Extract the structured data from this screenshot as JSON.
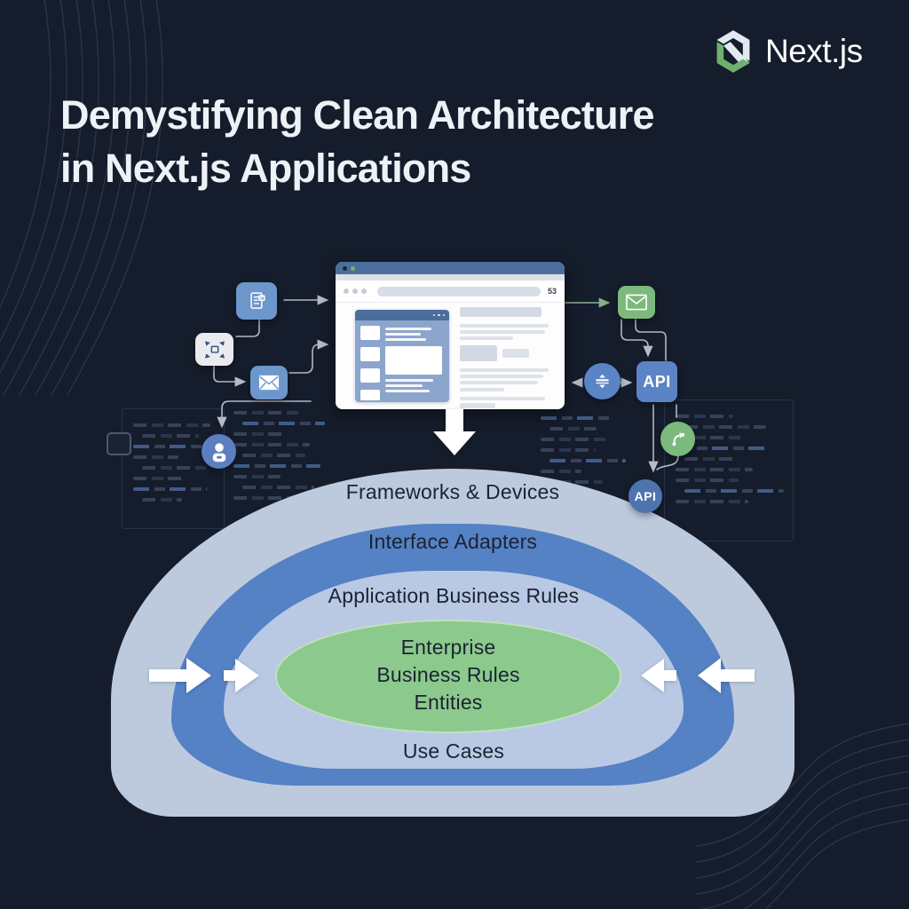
{
  "brand": {
    "name": "Next.js",
    "logo_icon": "nextjs-logo-icon"
  },
  "header": {
    "title_line1": "Demystifying Clean Architecture",
    "title_line2": "in Next.js Applications"
  },
  "browser": {
    "page_badge": "53"
  },
  "flow": {
    "left_icons": [
      "document-icon",
      "expand-icon",
      "mail-icon",
      "user-icon"
    ],
    "right_icons": [
      "mail-icon",
      "sliders-icon",
      "api-badge-square",
      "branch-icon",
      "api-badge-circle"
    ],
    "api_square_label": "API",
    "api_circle_label": "API"
  },
  "diagram": {
    "rings": [
      {
        "name": "frameworks-devices",
        "label": "Frameworks & Devices",
        "color": "#bdcade"
      },
      {
        "name": "interface-adapters",
        "label": "Interface Adapters",
        "color": "#5581c5"
      },
      {
        "name": "application-business-rules",
        "label": "Application Business Rules",
        "color": "#b9c9e4"
      }
    ],
    "use_cases_label": "Use Cases",
    "core": {
      "name": "enterprise-business-rules",
      "color": "#8cc98c",
      "lines": [
        "Enterprise",
        "Business Rules",
        "Entities"
      ]
    }
  },
  "colors": {
    "background": "#151c2b",
    "accent_green": "#7cb97c",
    "icon_blue": "#6d97cb",
    "badge_blue": "#5b84c6",
    "ring_outer": "#bdcade",
    "ring_blue": "#5581c5",
    "ring_inner": "#b9c9e4",
    "core_green": "#8cc98c",
    "arrow_white": "#ffffff"
  }
}
